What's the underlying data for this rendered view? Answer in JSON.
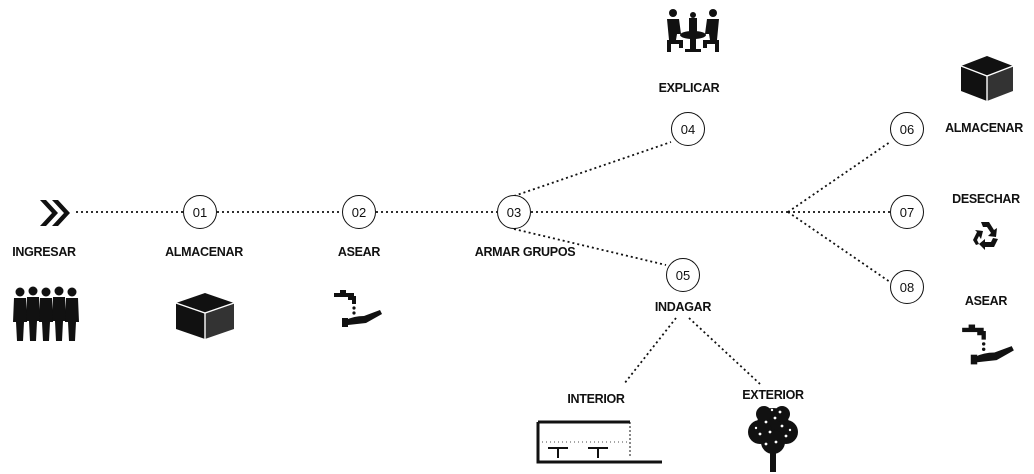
{
  "entry": {
    "label": "INGRESAR",
    "icon": "double-chevron-right-icon",
    "people_icon": "people-group-icon"
  },
  "nodes": [
    {
      "num": "01",
      "label": "ALMACENAR",
      "icon": "box-icon"
    },
    {
      "num": "02",
      "label": "ASEAR",
      "icon": "faucet-hand-icon"
    },
    {
      "num": "03",
      "label": "ARMAR GRUPOS"
    },
    {
      "num": "04",
      "label": "EXPLICAR",
      "icon": "meeting-table-icon"
    },
    {
      "num": "05",
      "label": "INDAGAR"
    },
    {
      "num": "06",
      "label": "ALMACENAR",
      "icon": "box-icon"
    },
    {
      "num": "07",
      "label": "DESECHAR",
      "icon": "recycle-icon"
    },
    {
      "num": "08",
      "label": "ASEAR",
      "icon": "faucet-hand-icon"
    }
  ],
  "branches": [
    {
      "label": "INTERIOR",
      "icon": "interior-space-icon"
    },
    {
      "label": "EXTERIOR",
      "icon": "tree-icon"
    }
  ],
  "colors": {
    "ink": "#111111",
    "background": "#ffffff"
  }
}
